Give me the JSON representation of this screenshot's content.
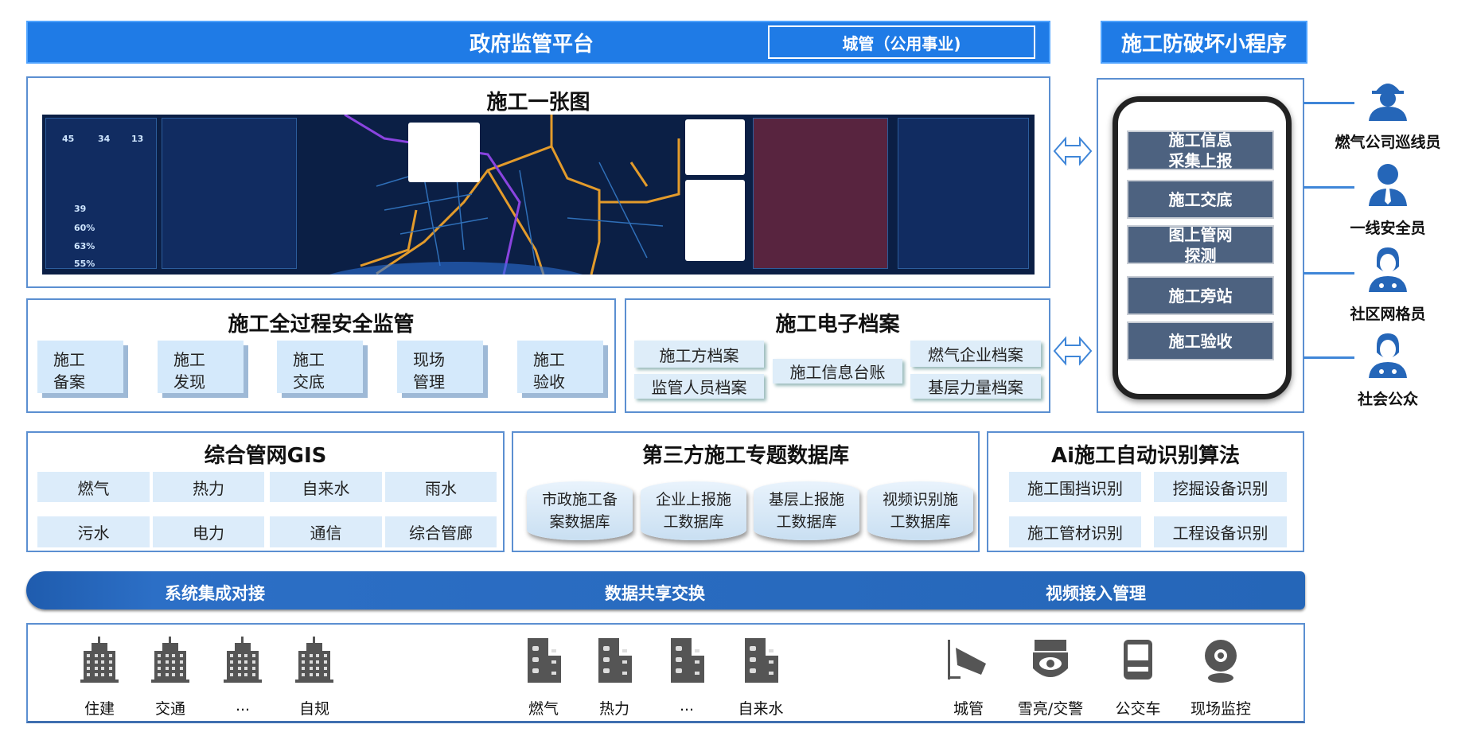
{
  "header": {
    "title": "政府监管平台",
    "sub": "城管（公用事业)",
    "right_title": "施工防破坏小程序"
  },
  "map": {
    "title": "施工一张图",
    "dashboard": {
      "stats": [
        "45",
        "34",
        "13"
      ],
      "percents": [
        "39",
        "60%",
        "63%",
        "55%"
      ]
    }
  },
  "process": {
    "title": "施工全过程安全监管",
    "items": [
      [
        "施工",
        "备案"
      ],
      [
        "施工",
        "发现"
      ],
      [
        "施工",
        "交底"
      ],
      [
        "现场",
        "管理"
      ],
      [
        "施工",
        "验收"
      ]
    ]
  },
  "archive": {
    "title": "施工电子档案",
    "items": [
      "施工方档案",
      "监管人员档案",
      "施工信息台账",
      "燃气企业档案",
      "基层力量档案"
    ]
  },
  "miniapp": {
    "items": [
      [
        "施工信息",
        "采集上报"
      ],
      [
        "施工交底"
      ],
      [
        "图上管网",
        "探测"
      ],
      [
        "施工旁站"
      ],
      [
        "施工验收"
      ]
    ]
  },
  "roles": [
    "燃气公司巡线员",
    "一线安全员",
    "社区网格员",
    "社会公众"
  ],
  "gis": {
    "title": "综合管网GIS",
    "items": [
      "燃气",
      "热力",
      "自来水",
      "雨水",
      "污水",
      "电力",
      "通信",
      "综合管廊"
    ]
  },
  "db": {
    "title": "第三方施工专题数据库",
    "items": [
      [
        "市政施工备",
        "案数据库"
      ],
      [
        "企业上报施",
        "工数据库"
      ],
      [
        "基层上报施",
        "工数据库"
      ],
      [
        "视频识别施",
        "工数据库"
      ]
    ]
  },
  "ai": {
    "title": "Ai施工自动识别算法",
    "items": [
      "施工围挡识别",
      "挖掘设备识别",
      "施工管材识别",
      "工程设备识别"
    ]
  },
  "band": [
    "系统集成对接",
    "数据共享交换",
    "视频接入管理"
  ],
  "sources": {
    "gov": [
      "住建",
      "交通",
      "...",
      "自规"
    ],
    "util": [
      "燃气",
      "热力",
      "...",
      "自来水"
    ],
    "video": [
      "城管",
      "雪亮/交警",
      "公交车",
      "现场监控"
    ]
  },
  "colors": {
    "primary": "#1f7be6",
    "border": "#5b8fd1",
    "cell": "#dcecfa",
    "phone_item": "#4d6280",
    "band": "#2566b8"
  }
}
